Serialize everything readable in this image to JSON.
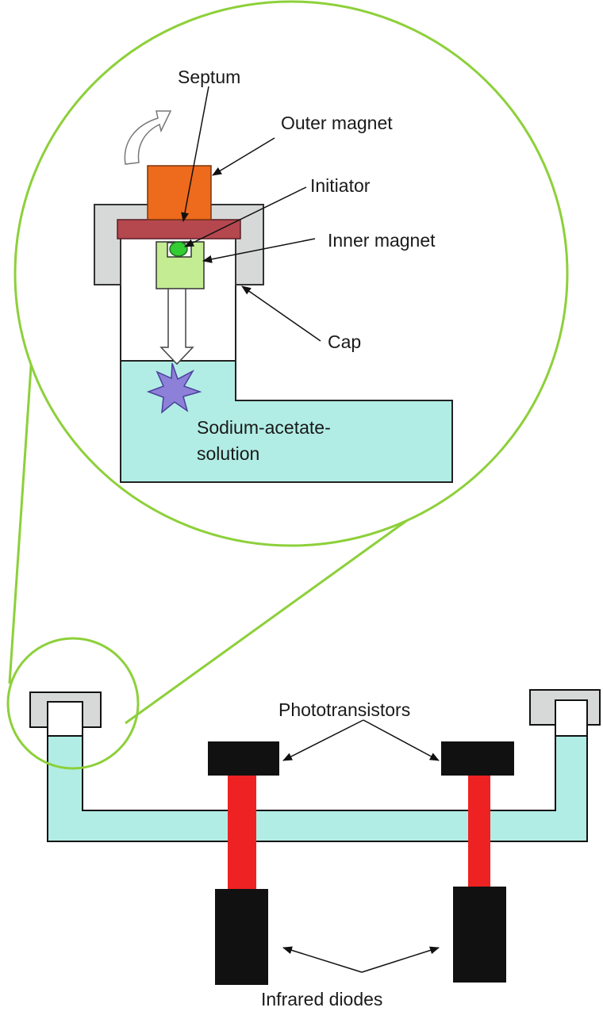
{
  "labels": {
    "septum": "Septum",
    "outer_magnet": "Outer magnet",
    "initiator": "Initiator",
    "inner_magnet": "Inner magnet",
    "cap": "Cap",
    "solution_line1": "Sodium-acetate-",
    "solution_line2": "solution",
    "phototransistors": "Phototransistors",
    "infrared_diodes": "Infrared diodes"
  },
  "colors": {
    "zoom_outline": "#8dd03a",
    "cap": "#d7d9d9",
    "outer_magnet": "#ee6a1c",
    "septum": "#b5474f",
    "initiator": "#33cc33",
    "inner_magnet": "#c4ec93",
    "solution": "#b1ede5",
    "star": "#8d80d8",
    "beam": "#ee2222",
    "sensor": "#111111"
  }
}
